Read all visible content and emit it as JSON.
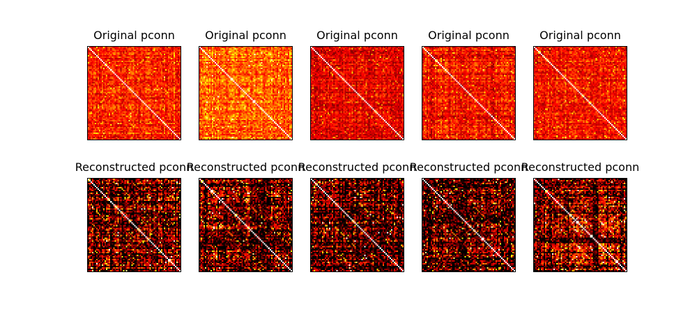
{
  "chart_data": {
    "type": "heatmap",
    "colormap": "hot",
    "grid": false,
    "axes_ticks": false,
    "rows": [
      {
        "row_name": "original",
        "panels": [
          {
            "title": "Original pconn",
            "mean_intensity": 0.42,
            "contrast": 0.25,
            "diagonal": "bright",
            "seed": 11
          },
          {
            "title": "Original pconn",
            "mean_intensity": 0.52,
            "contrast": 0.28,
            "diagonal": "bright",
            "seed": 23
          },
          {
            "title": "Original pconn",
            "mean_intensity": 0.34,
            "contrast": 0.22,
            "diagonal": "bright",
            "seed": 37
          },
          {
            "title": "Original pconn",
            "mean_intensity": 0.36,
            "contrast": 0.24,
            "diagonal": "bright",
            "seed": 41
          },
          {
            "title": "Original pconn",
            "mean_intensity": 0.4,
            "contrast": 0.25,
            "diagonal": "bright",
            "seed": 53
          }
        ]
      },
      {
        "row_name": "reconstructed",
        "panels": [
          {
            "title": "Reconstructed pconn",
            "mean_intensity": 0.1,
            "contrast": 0.55,
            "diagonal": "white",
            "seed": 61
          },
          {
            "title": "Reconstructed pconn",
            "mean_intensity": 0.1,
            "contrast": 0.55,
            "diagonal": "white",
            "seed": 73
          },
          {
            "title": "Reconstructed pconn",
            "mean_intensity": 0.09,
            "contrast": 0.55,
            "diagonal": "white",
            "seed": 89
          },
          {
            "title": "Reconstructed pconn",
            "mean_intensity": 0.12,
            "contrast": 0.55,
            "diagonal": "white",
            "seed": 97
          },
          {
            "title": "Reconstructed pconn",
            "mean_intensity": 0.1,
            "contrast": 0.55,
            "diagonal": "white",
            "seed": 103
          }
        ]
      }
    ]
  }
}
